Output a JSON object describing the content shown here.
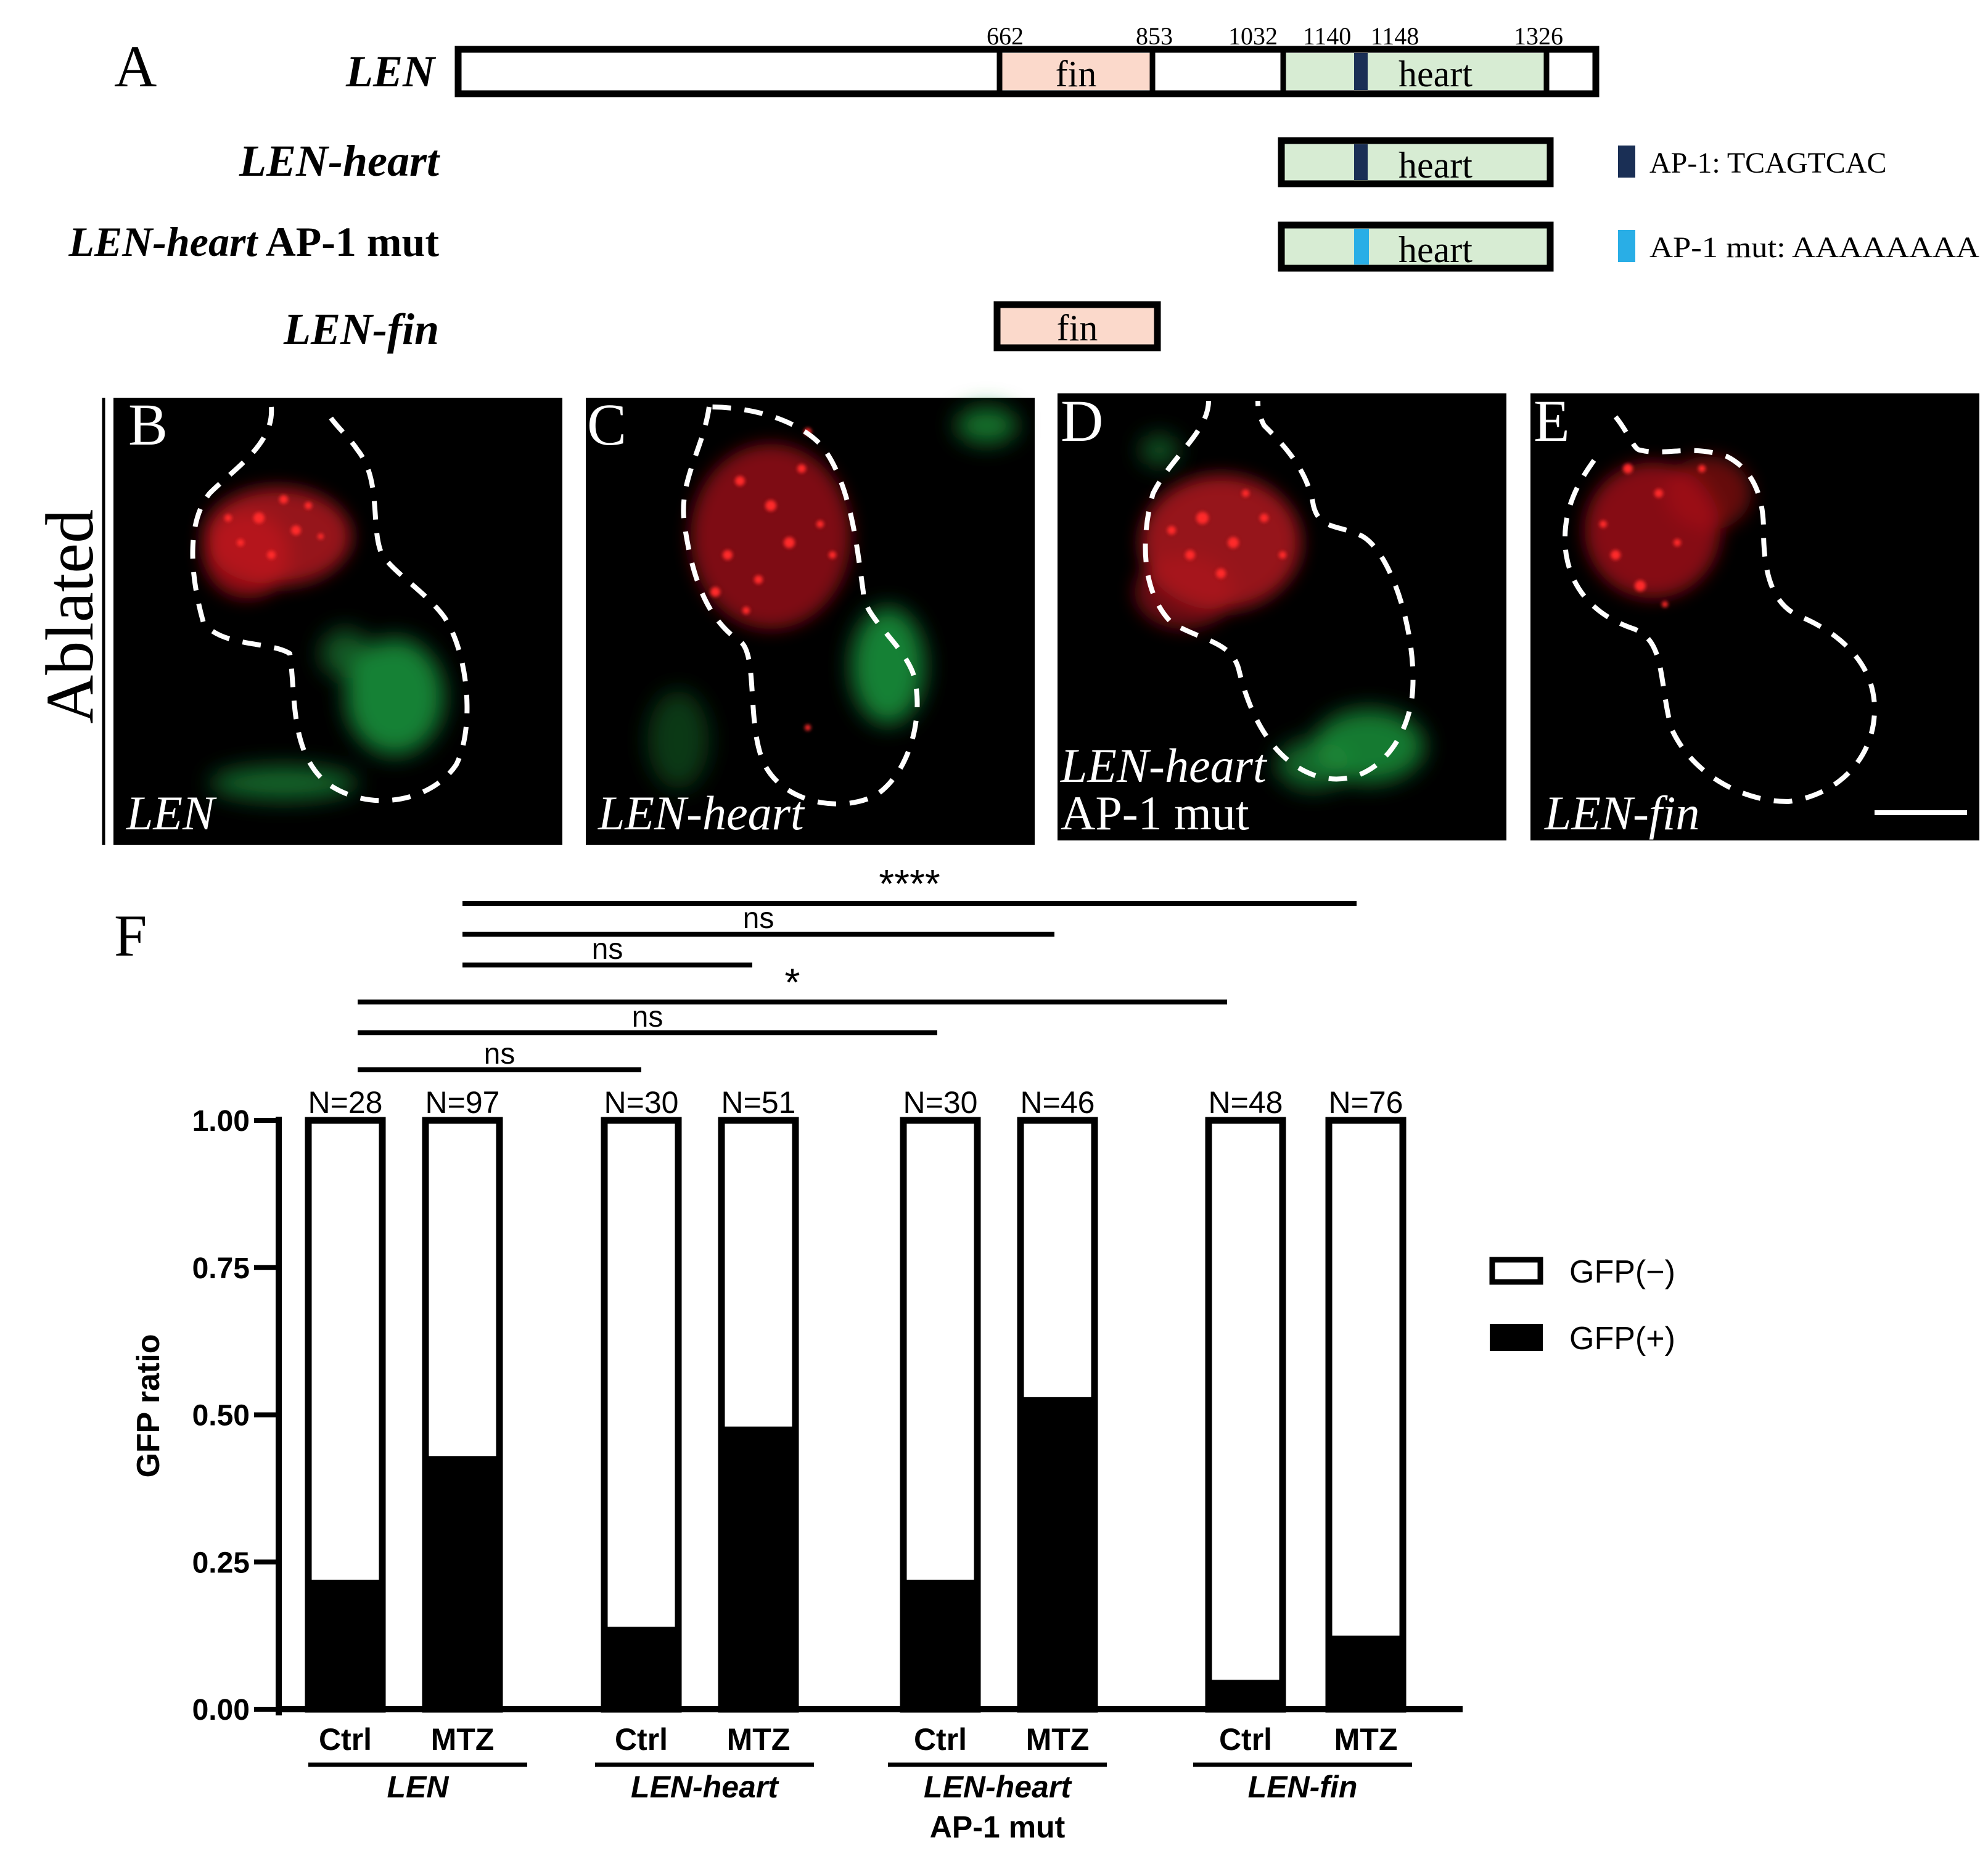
{
  "panel_labels": {
    "A": "A",
    "B": "B",
    "C": "C",
    "D": "D",
    "E": "E",
    "F": "F"
  },
  "schematic": {
    "constructs": [
      {
        "label_italic": "LEN",
        "label_plain": ""
      },
      {
        "label_italic": "LEN-heart",
        "label_plain": ""
      },
      {
        "label_italic": "LEN-heart",
        "label_plain": " AP-1 mut"
      },
      {
        "label_italic": "LEN-fin",
        "label_plain": ""
      }
    ],
    "positions": [
      "662",
      "853",
      "1032",
      "1140",
      "1148",
      "1326"
    ],
    "region_fin": "fin",
    "region_heart": "heart",
    "colors": {
      "fin": "#fbd9cb",
      "heart": "#d7ecd3",
      "ap1": "#1a2f55",
      "ap1_mut": "#29aee6"
    },
    "key": {
      "ap1": "AP-1: TCAGTCAC",
      "ap1_mut": "AP-1 mut: AAAAAAAA"
    }
  },
  "micrographs": {
    "row_label": "Ablated",
    "panels": [
      {
        "letter": "B",
        "caption_italic": "LEN",
        "caption_plain": ""
      },
      {
        "letter": "C",
        "caption_italic": "LEN-heart",
        "caption_plain": ""
      },
      {
        "letter": "D",
        "caption_italic": "LEN-heart",
        "caption_plain": "AP-1 mut"
      },
      {
        "letter": "E",
        "caption_italic": "LEN-fin",
        "caption_plain": ""
      }
    ]
  },
  "chart_data": {
    "type": "bar",
    "stacked": true,
    "ylabel": "GFP ratio",
    "ylim": [
      0,
      1
    ],
    "yticks": [
      "0.00",
      "0.25",
      "0.50",
      "0.75",
      "1.00"
    ],
    "categories": [
      "Ctrl",
      "MTZ",
      "Ctrl",
      "MTZ",
      "Ctrl",
      "MTZ",
      "Ctrl",
      "MTZ"
    ],
    "n_labels": [
      "N=28",
      "N=97",
      "N=30",
      "N=51",
      "N=30",
      "N=46",
      "N=48",
      "N=76"
    ],
    "series": [
      {
        "name": "GFP(+)",
        "color": "#000000",
        "values": [
          0.22,
          0.43,
          0.14,
          0.48,
          0.22,
          0.53,
          0.05,
          0.125
        ]
      },
      {
        "name": "GFP(−)",
        "color": "#ffffff",
        "values": [
          0.78,
          0.57,
          0.86,
          0.52,
          0.78,
          0.47,
          0.95,
          0.875
        ]
      }
    ],
    "groups": [
      {
        "label": "LEN",
        "label2": ""
      },
      {
        "label": "LEN-heart",
        "label2": ""
      },
      {
        "label": "LEN-heart",
        "label2": "AP-1 mut"
      },
      {
        "label": "LEN-fin",
        "label2": ""
      }
    ],
    "comparisons": [
      {
        "from": 1,
        "to": 7,
        "label": "****"
      },
      {
        "from": 1,
        "to": 5,
        "label": "ns"
      },
      {
        "from": 1,
        "to": 3,
        "label": "ns"
      },
      {
        "from": 0,
        "to": 6,
        "label": "*"
      },
      {
        "from": 0,
        "to": 4,
        "label": "ns"
      },
      {
        "from": 0,
        "to": 2,
        "label": "ns"
      }
    ],
    "legend": {
      "position": "right",
      "entries": [
        "GFP(−)",
        "GFP(+)"
      ]
    }
  }
}
